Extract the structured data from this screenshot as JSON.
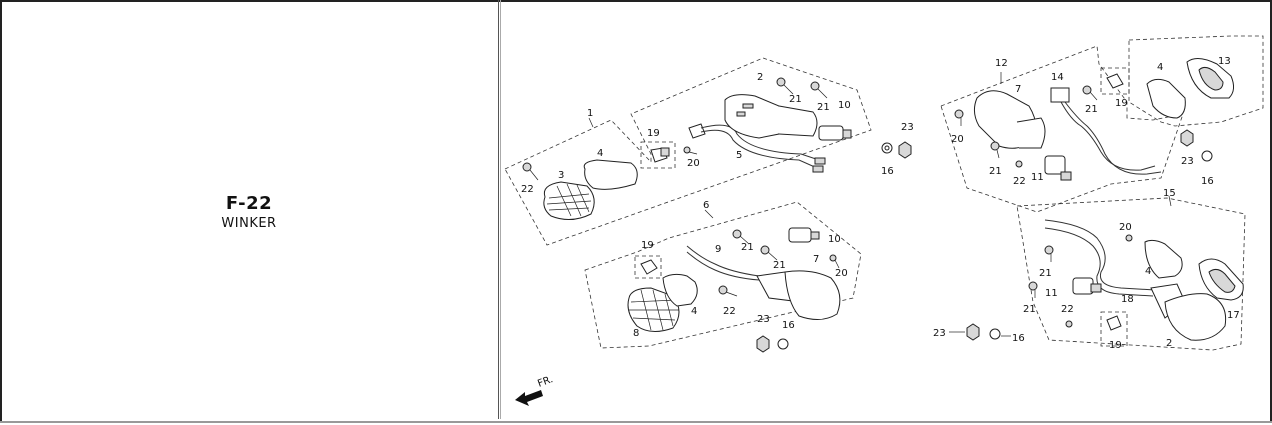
{
  "section": {
    "code": "F-22",
    "name": "WINKER"
  },
  "diagram": {
    "direction_label": "FR.",
    "callouts": [
      "1",
      "2",
      "3",
      "4",
      "5",
      "6",
      "7",
      "8",
      "9",
      "10",
      "11",
      "12",
      "13",
      "14",
      "15",
      "16",
      "17",
      "18",
      "19",
      "20",
      "21",
      "22",
      "23"
    ]
  },
  "colors": {
    "line": "#222222",
    "background": "#ffffff"
  }
}
